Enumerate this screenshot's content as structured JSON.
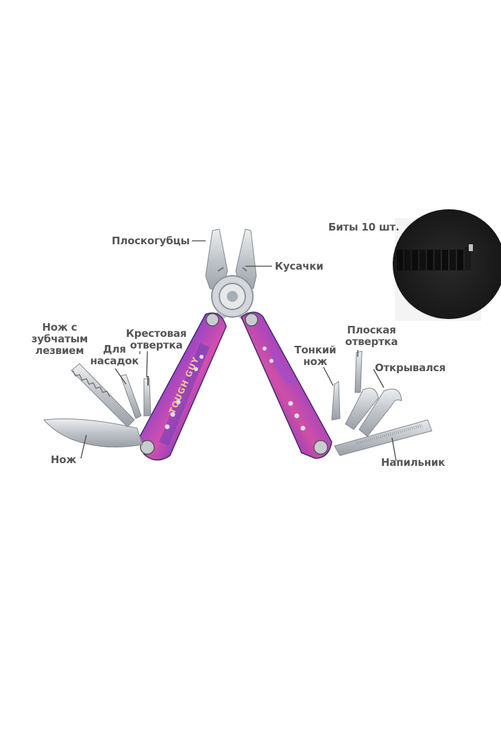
{
  "brand_engraving": "TOUGH GUY",
  "labels": {
    "pliers": "Плоскогубцы",
    "cutters": "Кусачки",
    "bits": "Биты 10 шт.",
    "serrated_knife": "Нож с\nзубчатым\nлезвием",
    "bit_holder": "Для\nнасадок",
    "phillips": "Крестовая\nотвертка",
    "thin_knife": "Тонкий\nнож",
    "flat_screwdriver": "Плоская\nотвертка",
    "opener": "Открывался",
    "knife": "Нож",
    "file": "Напильник"
  },
  "colors": {
    "label_text": "#555555",
    "leader_line": "#444444",
    "steel": "#c9ccd0",
    "steel_dark": "#8e9398",
    "handle_gradient": [
      "#2f6fd6",
      "#8a3fd0",
      "#d04ab0",
      "#6a2fc4",
      "#3a9ad8"
    ],
    "bits_case": "#1e1e1e"
  }
}
